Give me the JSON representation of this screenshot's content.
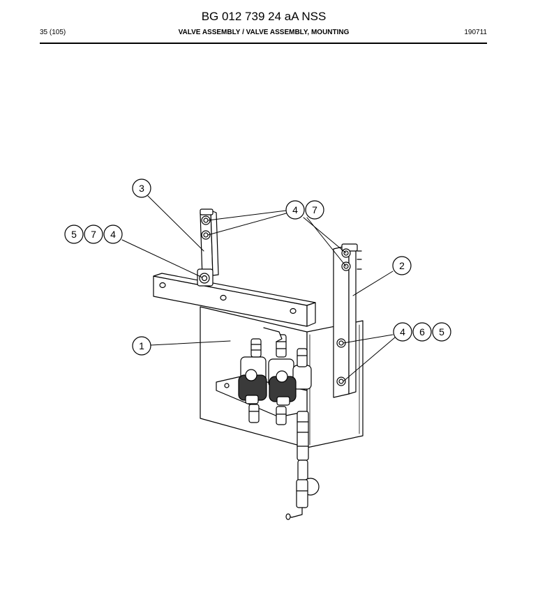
{
  "header": {
    "title": "BG 012 739 24 aA NSS",
    "page": "35 (105)",
    "section": "VALVE ASSEMBLY / VALVE ASSEMBLY, MOUNTING",
    "date": "190711"
  },
  "callouts": {
    "c1": "1",
    "c2": "2",
    "c3": "3",
    "g47": [
      "4",
      "7"
    ],
    "g574": [
      "5",
      "7",
      "4"
    ],
    "g465": [
      "4",
      "6",
      "5"
    ]
  }
}
